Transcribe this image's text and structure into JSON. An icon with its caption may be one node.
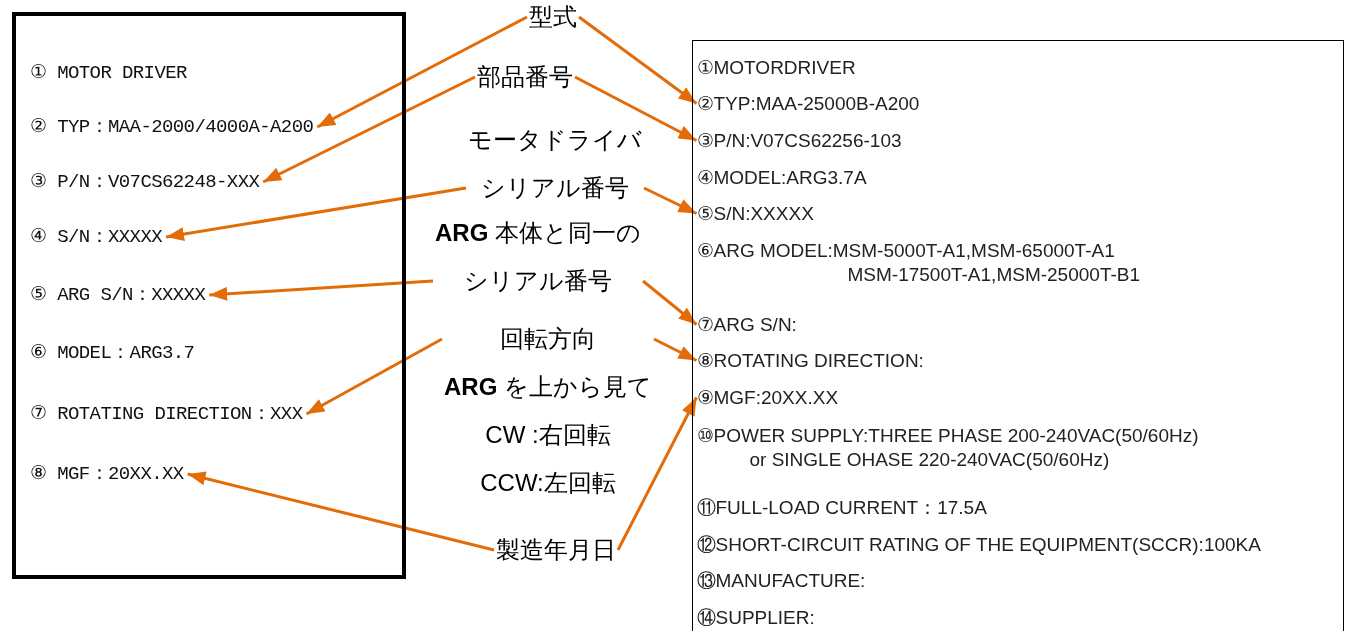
{
  "diagram": {
    "nodes": [
      {
        "text": [],
        "shape": "box"
      },
      {
        "text": [
          "① MOTOR DRIVER"
        ],
        "in": 0
      },
      {
        "text": [
          "② TYP：MAA-2000/4000A-A200"
        ],
        "in": 0
      },
      {
        "text": [
          "③ P/N：V07CS62248-XXX"
        ],
        "in": 0
      },
      {
        "text": [
          "④ S/N：XXXXX"
        ],
        "in": 0
      },
      {
        "text": [
          "⑤ ARG S/N：XXXXX"
        ],
        "in": 0
      },
      {
        "text": [
          "⑥ MODEL：ARG3.7"
        ],
        "in": 0
      },
      {
        "text": [
          "⑦ ROTATING DIRECTION：XXX"
        ],
        "in": 0
      },
      {
        "text": [
          "⑧ MGF：20XX.XX"
        ],
        "in": 0
      },
      {
        "text": [],
        "shape": "box"
      },
      {
        "text": [
          "①MOTORDRIVER"
        ],
        "in": 9
      },
      {
        "text": [
          "②TYP:MAA-25000B-A200"
        ],
        "in": 9
      },
      {
        "text": [
          "③P/N:V07CS62256-103"
        ],
        "in": 9
      },
      {
        "text": [
          "④MODEL:ARG3.7A"
        ],
        "in": 9
      },
      {
        "text": [
          "⑤S/N:XXXXX"
        ],
        "in": 9
      },
      {
        "text": [
          "⑥ARG MODEL:MSM-5000T-A1,MSM-65000T-A1 MSM-17500T-A1,MSM-25000T-B1"
        ],
        "in": 9
      },
      {
        "text": [
          "⑦ARG S/N:"
        ],
        "in": 9
      },
      {
        "text": [
          "⑧ROTATING DIRECTION:"
        ],
        "in": 9
      },
      {
        "text": [
          "⑨MGF:20XX.XX"
        ],
        "in": 9
      },
      {
        "text": [
          "⑩POWER SUPPLY:THREE PHASE 200-240VAC(50/60Hz) or SINGLE OHASE 220-240VAC(50/60Hz)"
        ],
        "in": 9
      },
      {
        "text": [
          "⑪FULL-LOAD CURRENT：17.5A"
        ],
        "in": 9
      },
      {
        "text": [
          "⑫SHORT-CIRCUIT RATING OF THE EQUIPMENT(SCCR):100KA"
        ],
        "in": 9
      },
      {
        "text": [
          "⑬MANUFACTURE:"
        ],
        "in": 9
      },
      {
        "text": [
          "⑭SUPPLIER:"
        ],
        "in": 9
      },
      {
        "text": [
          "型式"
        ]
      },
      {
        "text": [
          "部品番号"
        ]
      },
      {
        "text": [
          "モータドライバシリアル番号"
        ]
      },
      {
        "text": [
          "**ARG** 本体と同一のシリアル番号"
        ]
      },
      {
        "text": [
          "回転方向"
        ],
        "beside": [
          "**ARG** を上から見て",
          "CW  :右回転",
          "CCW:左回転"
        ]
      },
      {
        "text": [
          "製造年月日"
        ]
      }
    ],
    "edges": [
      {
        "from": 24,
        "to": 2,
        "arrow": "to"
      },
      {
        "from": 24,
        "to": 11,
        "arrow": "to"
      },
      {
        "from": 25,
        "to": 3,
        "arrow": "to"
      },
      {
        "from": 25,
        "to": 12,
        "arrow": "to"
      },
      {
        "from": 26,
        "to": 4,
        "arrow": "to"
      },
      {
        "from": 26,
        "to": 14,
        "arrow": "to"
      },
      {
        "from": 27,
        "to": 5,
        "arrow": "to"
      },
      {
        "from": 27,
        "to": 16,
        "arrow": "to"
      },
      {
        "from": 28,
        "to": 7,
        "arrow": "to"
      },
      {
        "from": 28,
        "to": 17,
        "arrow": "to"
      },
      {
        "from": 29,
        "to": 8,
        "arrow": "to"
      },
      {
        "from": 29,
        "to": 18,
        "arrow": "to"
      }
    ]
  }
}
